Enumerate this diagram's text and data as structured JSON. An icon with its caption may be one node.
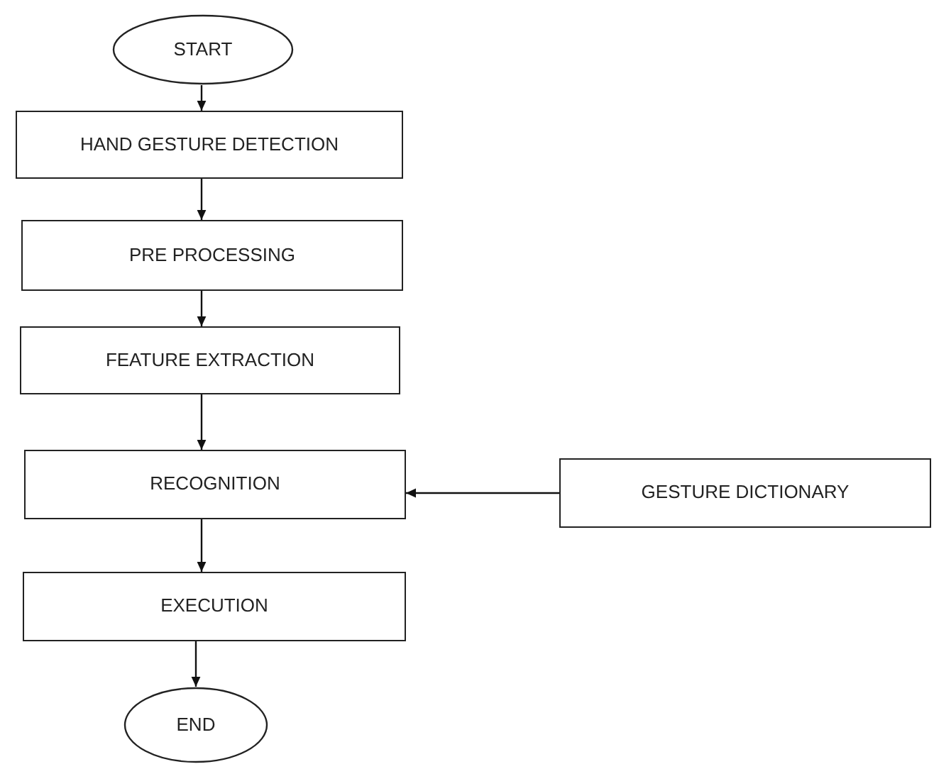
{
  "diagram": {
    "nodes": [
      {
        "text": [
          "START"
        ]
      },
      {
        "text": [
          "HAND GESTURE DETECTION"
        ]
      },
      {
        "text": [
          "PRE PROCESSING"
        ]
      },
      {
        "text": [
          "FEATURE EXTRACTION"
        ]
      },
      {
        "text": [
          "RECOGNITION"
        ]
      },
      {
        "text": [
          "GESTURE DICTIONARY"
        ]
      },
      {
        "text": [
          "EXECUTION"
        ]
      },
      {
        "text": [
          "END"
        ]
      }
    ],
    "edges": [
      {
        "from": 0,
        "to": 1,
        "arrow": "to"
      },
      {
        "from": 1,
        "to": 2,
        "arrow": "to"
      },
      {
        "from": 2,
        "to": 3,
        "arrow": "to"
      },
      {
        "from": 3,
        "to": 4,
        "arrow": "to"
      },
      {
        "from": 5,
        "to": 4,
        "arrow": "to"
      },
      {
        "from": 4,
        "to": 6,
        "arrow": "to"
      },
      {
        "from": 6,
        "to": 7,
        "arrow": "to"
      }
    ]
  }
}
